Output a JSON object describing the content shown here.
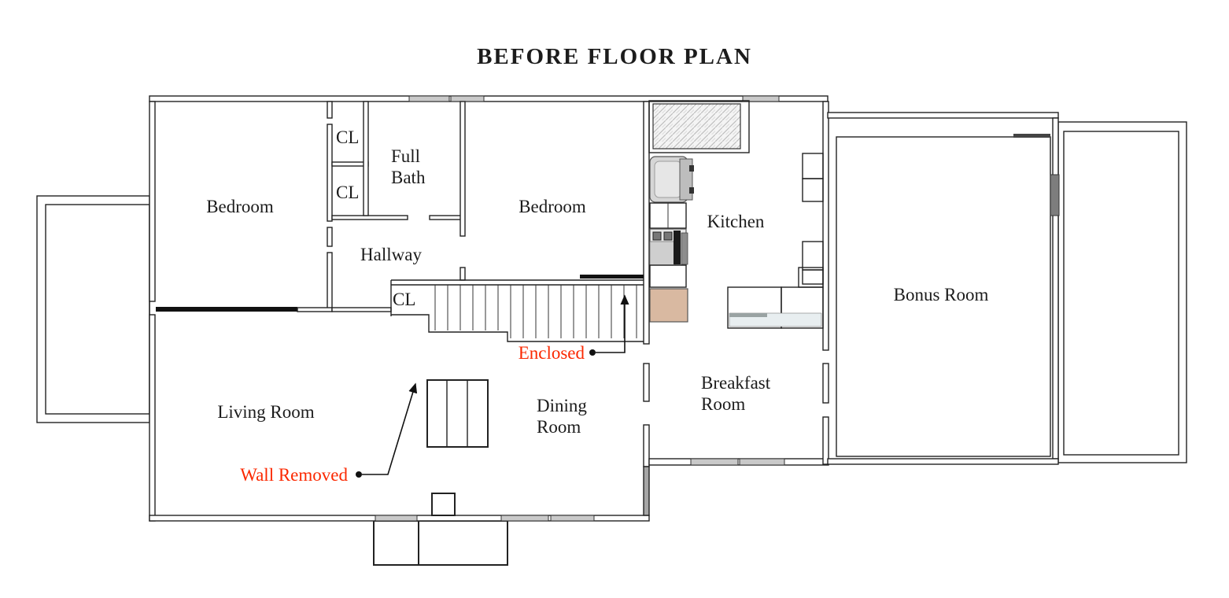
{
  "title": "BEFORE FLOOR PLAN",
  "rooms": {
    "bedroom_left": "Bedroom",
    "closet_top": "CL",
    "closet_middle": "CL",
    "full_bath": "Full Bath",
    "hallway": "Hallway",
    "bedroom_center": "Bedroom",
    "kitchen": "Kitchen",
    "stair_closet": "CL",
    "living_room": "Living Room",
    "dining_room": "Dining Room",
    "breakfast_room": "Breakfast Room",
    "bonus_room": "Bonus Room"
  },
  "annotations": {
    "enclosed": "Enclosed",
    "wall_removed": "Wall Removed"
  },
  "colors": {
    "annotation_red": "#fb2800",
    "window_gray": "#c9c9c9",
    "wall_gray": "#a6a6a6",
    "door_dark_gray": "#7d7d7d",
    "door_header_dark": "#444444",
    "pantry_tan": "#d9b9a1",
    "counter_light": "#e8eef0",
    "counter_stripe": "#9aa3a3",
    "appliance_gray": "#d6d6d6",
    "appliance_dark": "#1a1a1a"
  }
}
